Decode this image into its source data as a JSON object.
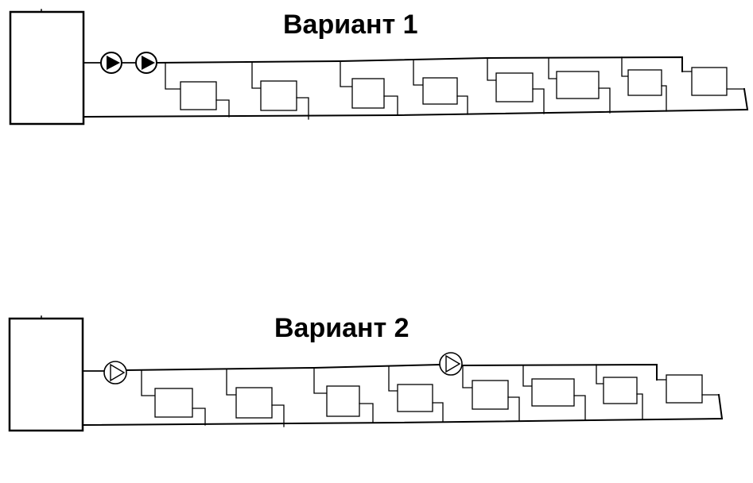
{
  "variant_1": {
    "title": "Вариант 1",
    "pumps": [
      {
        "name": "pump-1",
        "style": "filled"
      },
      {
        "name": "pump-2",
        "style": "filled"
      }
    ],
    "radiator_count": 8
  },
  "variant_2": {
    "title": "Вариант 2",
    "pumps": [
      {
        "name": "pump-1",
        "style": "outline"
      },
      {
        "name": "pump-2",
        "style": "outline"
      }
    ],
    "radiator_count": 8
  },
  "colors": {
    "line": "#000000",
    "background": "#ffffff"
  }
}
